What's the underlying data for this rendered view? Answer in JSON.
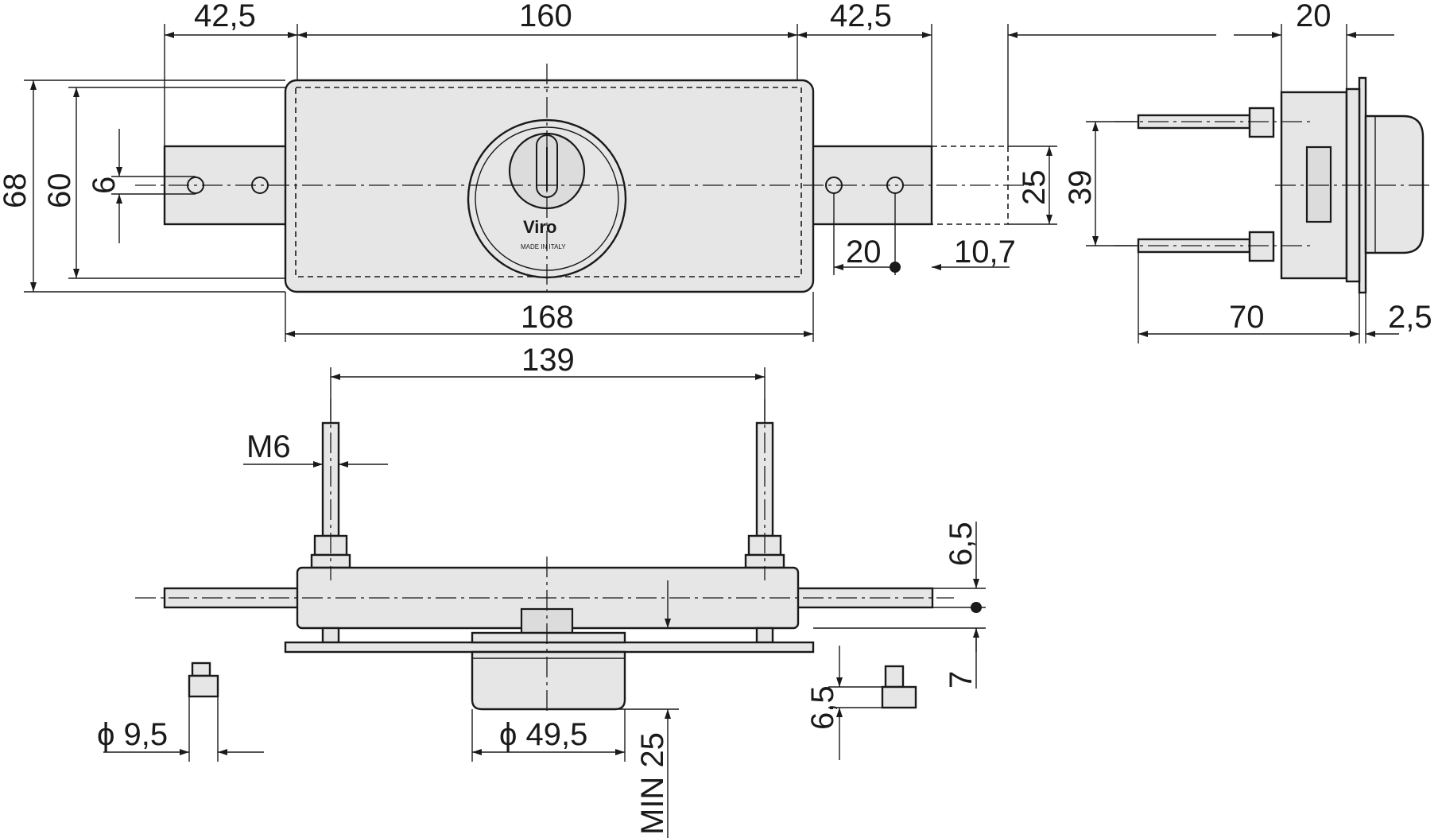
{
  "dimensions": {
    "left_ext": "42,5",
    "body_width": "160",
    "right_ext": "42,5",
    "side_thickness": "20",
    "height_total": "68",
    "height_inner": "60",
    "hole_dia": "6",
    "bolt_height": "25",
    "side_pin_spacing": "39",
    "hole_to_end": "20",
    "bolt_extra": "10,7",
    "overall_width": "168",
    "side_depth": "70",
    "side_plate": "2,5",
    "stud_spacing": "139",
    "thread": "M6",
    "bolt_offset": "6,5",
    "plate_offset": "7",
    "pin_dia": "ϕ 9,5",
    "cylinder_dia": "ϕ 49,5",
    "min_depth": "MIN 25",
    "pin_height": "6,5"
  },
  "logo": {
    "brand": "Viro",
    "tagline": "MADE IN ITALY"
  },
  "colors": {
    "line": "#1a1a1a",
    "fill": "#e6e6e6",
    "background": "#ffffff"
  }
}
